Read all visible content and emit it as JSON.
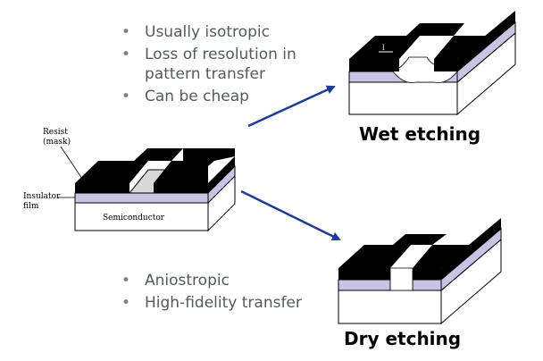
{
  "wet_bullets": [
    "Usually isotropic",
    "Loss of resolution in",
    "pattern transfer",
    "Can be cheap"
  ],
  "dry_bullets": [
    "Aniostropic",
    "High-fidelity transfer"
  ],
  "wet_caption": "Wet etching",
  "dry_caption": "Dry etching",
  "labels": {
    "resist": "Resist",
    "mask": "(mask)",
    "insulator": "Insulator",
    "film": "film",
    "semiconductor": "Semiconductor",
    "dimension_l": "l"
  },
  "colors": {
    "resist": "#000000",
    "insulator": "#c9c4e4",
    "semiconductor": "#ffffff",
    "etched_opening": "#d8d8d8",
    "arrow": "#1f3c8f"
  }
}
